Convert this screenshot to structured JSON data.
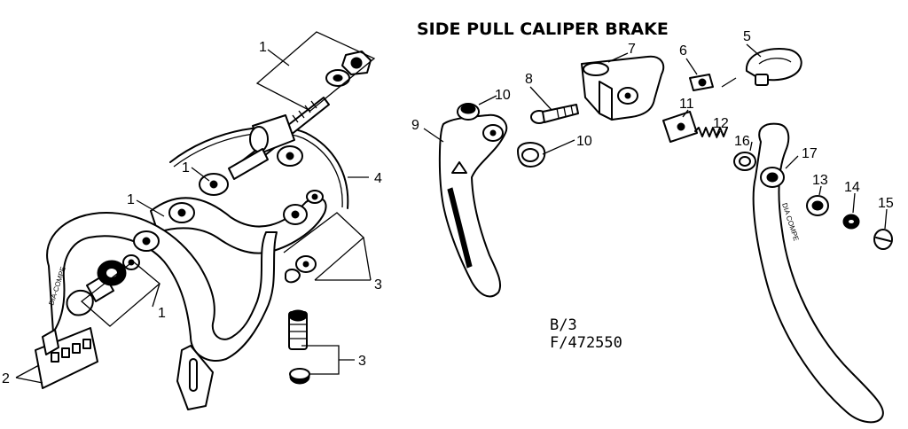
{
  "diagram": {
    "title": "SIDE PULL CALIPER BRAKE",
    "codes": {
      "line1": "B/3",
      "line2": "F/472550"
    },
    "arm_stamp": "DIA-COMPE",
    "lever_stamp": "DIA COMPE",
    "callouts": {
      "c1_top": "1",
      "c1_mid": "1",
      "c1_left": "1",
      "c1_low": "1",
      "c2": "2",
      "c3_upper": "3",
      "c3_lower": "3",
      "c4": "4",
      "c5": "5",
      "c6": "6",
      "c7": "7",
      "c8": "8",
      "c9": "9",
      "c10_upper": "10",
      "c10_lower": "10",
      "c11": "11",
      "c12": "12",
      "c13": "13",
      "c14": "14",
      "c15": "15",
      "c16": "16",
      "c17": "17"
    }
  }
}
